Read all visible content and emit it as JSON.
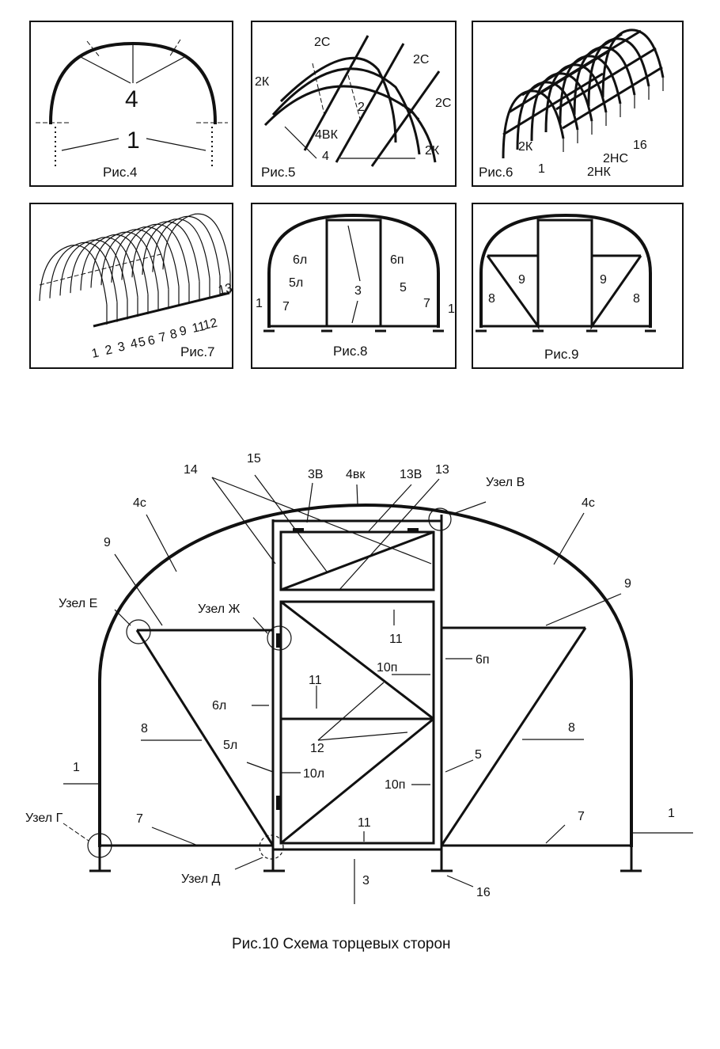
{
  "figures": {
    "fig4": {
      "caption": "Рис.4",
      "labels": {
        "arc": "4",
        "post": "1"
      }
    },
    "fig5": {
      "caption": "Рис.5",
      "labels": {
        "s1": "2С",
        "s2": "2С",
        "s3": "2С",
        "k1": "2К",
        "k2": "2К",
        "two": "2",
        "vk": "4ВК",
        "four": "4"
      }
    },
    "fig6": {
      "caption": "Рис.6",
      "labels": {
        "k": "2К",
        "nc": "2НС",
        "nk": "2НК",
        "one": "1",
        "sixteen": "16"
      }
    },
    "fig7": {
      "caption": "Рис.7",
      "numbers": [
        "1",
        "2",
        "3",
        "4",
        "5",
        "6",
        "7",
        "8",
        "9",
        "11",
        "12",
        "13"
      ]
    },
    "fig8": {
      "caption": "Рис.8",
      "labels": {
        "l6": "6л",
        "p6": "6п",
        "l5": "5л",
        "five": "5",
        "three": "3",
        "one_left": "1",
        "one_right": "1",
        "seven_left": "7",
        "seven_right": "7"
      }
    },
    "fig9": {
      "caption": "Рис.9",
      "labels": {
        "nine_left": "9",
        "nine_right": "9",
        "eight_left": "8",
        "eight_right": "8"
      }
    },
    "fig10": {
      "caption": "Рис.10  Схема торцевых сторон",
      "labels": {
        "3v": "3В",
        "4vk": "4вк",
        "13v": "13В",
        "13": "13",
        "14": "14",
        "15": "15",
        "uzel_v": "Узел В",
        "4c_left": "4с",
        "4c_right": "4с",
        "9_left": "9",
        "9_right": "9",
        "uzel_e": "Узел Е",
        "uzel_zh": "Узел Ж",
        "11_top": "11",
        "10p_top": "10п",
        "6p": "6п",
        "11_mid": "11",
        "6l": "6л",
        "8_left": "8",
        "8_right": "8",
        "5l": "5л",
        "12": "12",
        "1_left": "1",
        "1_right": "1",
        "10l": "10л",
        "5": "5",
        "10p_bottom": "10п",
        "uzel_g": "Узел Г",
        "7_left": "7",
        "7_right": "7",
        "11_bottom": "11",
        "uzel_d": "Узел Д",
        "3": "3",
        "16": "16"
      }
    }
  }
}
